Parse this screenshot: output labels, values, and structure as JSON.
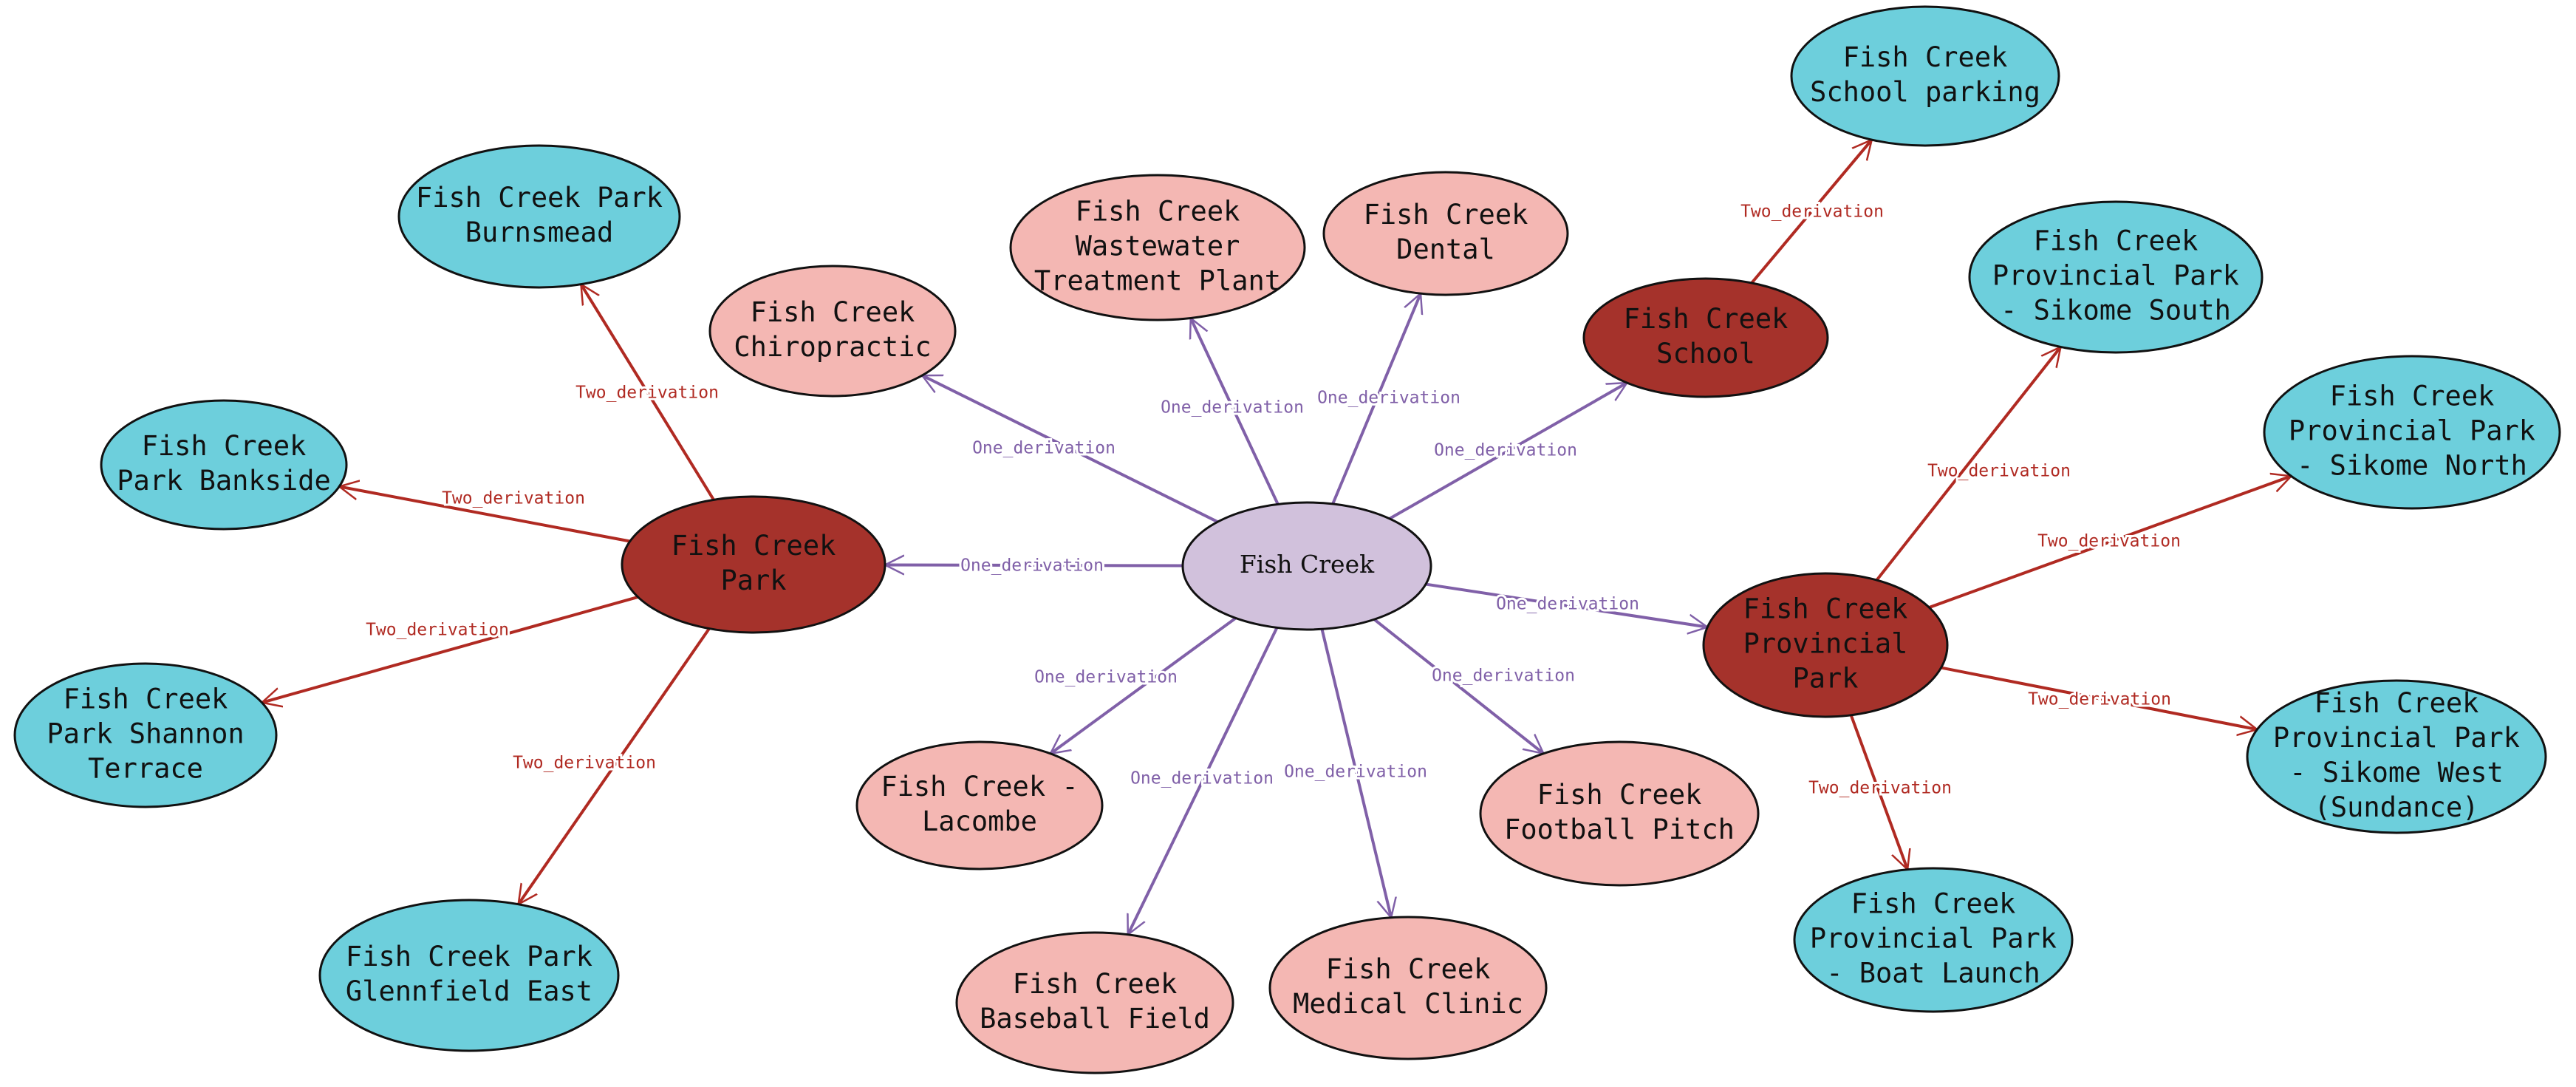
{
  "colors": {
    "center": "#d1c1dc",
    "hub": "#a5322b",
    "leaf_one": "#f4b7b3",
    "leaf_two": "#6dcfdc",
    "edge_one": "#8060a8",
    "edge_two": "#b02a22"
  },
  "edge_labels": {
    "one": "One_derivation",
    "two": "Two_derivation"
  },
  "nodes": [
    {
      "id": "fish-creek",
      "kind": "center",
      "lines": [
        "Fish Creek"
      ]
    },
    {
      "id": "fish-creek-park",
      "kind": "hub",
      "lines": [
        "Fish Creek",
        "Park"
      ]
    },
    {
      "id": "fish-creek-school",
      "kind": "hub",
      "lines": [
        "Fish Creek",
        "School"
      ]
    },
    {
      "id": "fish-creek-provincial-park",
      "kind": "hub",
      "lines": [
        "Fish Creek",
        "Provincial",
        "Park"
      ]
    },
    {
      "id": "fish-creek-chiropractic",
      "kind": "leaf_one",
      "lines": [
        "Fish Creek",
        "Chiropractic"
      ]
    },
    {
      "id": "fish-creek-wastewater",
      "kind": "leaf_one",
      "lines": [
        "Fish Creek",
        "Wastewater",
        "Treatment Plant"
      ]
    },
    {
      "id": "fish-creek-dental",
      "kind": "leaf_one",
      "lines": [
        "Fish Creek",
        "Dental"
      ]
    },
    {
      "id": "fish-creek-lacombe",
      "kind": "leaf_one",
      "lines": [
        "Fish Creek -",
        "Lacombe"
      ]
    },
    {
      "id": "fish-creek-baseball",
      "kind": "leaf_one",
      "lines": [
        "Fish Creek",
        "Baseball Field"
      ]
    },
    {
      "id": "fish-creek-medical",
      "kind": "leaf_one",
      "lines": [
        "Fish Creek",
        "Medical Clinic"
      ]
    },
    {
      "id": "fish-creek-football",
      "kind": "leaf_one",
      "lines": [
        "Fish Creek",
        "Football Pitch"
      ]
    },
    {
      "id": "fcp-burnsmead",
      "kind": "leaf_two",
      "lines": [
        "Fish Creek Park",
        "Burnsmead"
      ]
    },
    {
      "id": "fcp-bankside",
      "kind": "leaf_two",
      "lines": [
        "Fish Creek",
        "Park Bankside"
      ]
    },
    {
      "id": "fcp-shannon",
      "kind": "leaf_two",
      "lines": [
        "Fish Creek",
        "Park Shannon",
        "Terrace"
      ]
    },
    {
      "id": "fcp-glennfield",
      "kind": "leaf_two",
      "lines": [
        "Fish Creek Park",
        "Glennfield East"
      ]
    },
    {
      "id": "fcs-parking",
      "kind": "leaf_two",
      "lines": [
        "Fish Creek",
        "School parking"
      ]
    },
    {
      "id": "fcpp-sikome-south",
      "kind": "leaf_two",
      "lines": [
        "Fish Creek",
        "Provincial Park",
        "- Sikome South"
      ]
    },
    {
      "id": "fcpp-sikome-north",
      "kind": "leaf_two",
      "lines": [
        "Fish Creek",
        "Provincial Park",
        "- Sikome North"
      ]
    },
    {
      "id": "fcpp-sikome-west",
      "kind": "leaf_two",
      "lines": [
        "Fish Creek",
        "Provincial Park",
        "- Sikome West",
        "(Sundance)"
      ]
    },
    {
      "id": "fcpp-boat-launch",
      "kind": "leaf_two",
      "lines": [
        "Fish Creek",
        "Provincial Park",
        "- Boat Launch"
      ]
    }
  ],
  "edges": [
    {
      "from": "fish-creek",
      "to": "fish-creek-park",
      "kind": "one"
    },
    {
      "from": "fish-creek",
      "to": "fish-creek-chiropractic",
      "kind": "one"
    },
    {
      "from": "fish-creek",
      "to": "fish-creek-wastewater",
      "kind": "one"
    },
    {
      "from": "fish-creek",
      "to": "fish-creek-dental",
      "kind": "one"
    },
    {
      "from": "fish-creek",
      "to": "fish-creek-school",
      "kind": "one"
    },
    {
      "from": "fish-creek",
      "to": "fish-creek-provincial-park",
      "kind": "one"
    },
    {
      "from": "fish-creek",
      "to": "fish-creek-lacombe",
      "kind": "one"
    },
    {
      "from": "fish-creek",
      "to": "fish-creek-baseball",
      "kind": "one"
    },
    {
      "from": "fish-creek",
      "to": "fish-creek-medical",
      "kind": "one"
    },
    {
      "from": "fish-creek",
      "to": "fish-creek-football",
      "kind": "one"
    },
    {
      "from": "fish-creek-park",
      "to": "fcp-burnsmead",
      "kind": "two"
    },
    {
      "from": "fish-creek-park",
      "to": "fcp-bankside",
      "kind": "two"
    },
    {
      "from": "fish-creek-park",
      "to": "fcp-shannon",
      "kind": "two"
    },
    {
      "from": "fish-creek-park",
      "to": "fcp-glennfield",
      "kind": "two"
    },
    {
      "from": "fish-creek-school",
      "to": "fcs-parking",
      "kind": "two"
    },
    {
      "from": "fish-creek-provincial-park",
      "to": "fcpp-sikome-south",
      "kind": "two"
    },
    {
      "from": "fish-creek-provincial-park",
      "to": "fcpp-sikome-north",
      "kind": "two"
    },
    {
      "from": "fish-creek-provincial-park",
      "to": "fcpp-sikome-west",
      "kind": "two"
    },
    {
      "from": "fish-creek-provincial-park",
      "to": "fcpp-boat-launch",
      "kind": "two"
    }
  ]
}
